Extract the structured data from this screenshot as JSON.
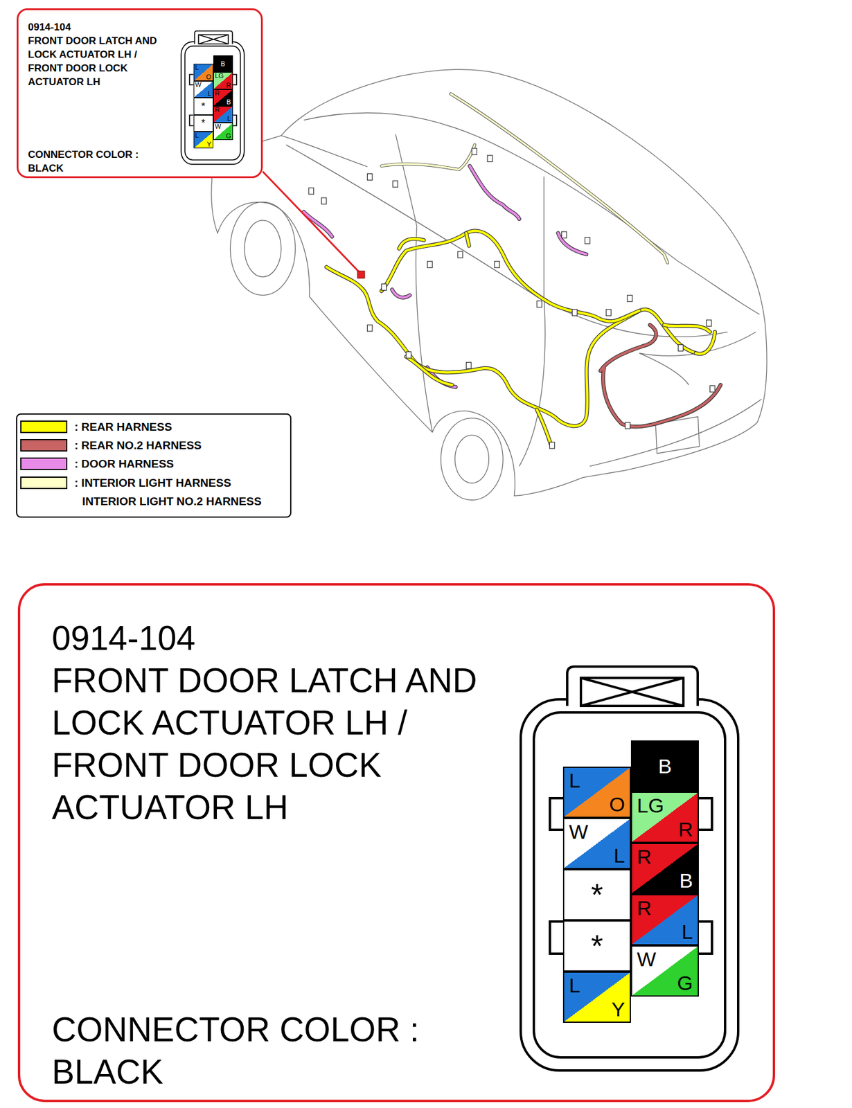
{
  "diagram": {
    "nodes": [
      {
        "text": [
          "0914-104",
          "FRONT DOOR LATCH AND LOCK ACTUATOR LH / FRONT DOOR LOCK ACTUATOR LH",
          "CONNECTOR COLOR : BLACK"
        ]
      },
      {
        "text": [
          "B"
        ],
        "in": 0
      },
      {
        "text": [
          "L",
          "O"
        ],
        "in": 0
      },
      {
        "text": [
          "LG",
          "R"
        ],
        "in": 0
      },
      {
        "text": [
          "W",
          "L"
        ],
        "in": 0
      },
      {
        "text": [
          "R",
          "B"
        ],
        "in": 0
      },
      {
        "text": [
          "*"
        ],
        "in": 0
      },
      {
        "text": [
          "R",
          "L"
        ],
        "in": 0
      },
      {
        "text": [
          "*"
        ],
        "in": 0
      },
      {
        "text": [
          "W",
          "G"
        ],
        "in": 0
      },
      {
        "text": [
          "L",
          "Y"
        ],
        "in": 0
      },
      {
        "text": [
          "0914-104",
          "FRONT DOOR LATCH AND LOCK ACTUATOR LH / FRONT DOOR LOCK ACTUATOR LH",
          "CONNECTOR COLOR : BLACK"
        ]
      },
      {
        "text": [
          "B"
        ],
        "in": 11
      },
      {
        "text": [
          "L",
          "O"
        ],
        "in": 11
      },
      {
        "text": [
          "LG",
          "R"
        ],
        "in": 11
      },
      {
        "text": [
          "W",
          "L"
        ],
        "in": 11
      },
      {
        "text": [
          "R",
          "B"
        ],
        "in": 11
      },
      {
        "text": [
          "*"
        ],
        "in": 11
      },
      {
        "text": [
          "R",
          "L"
        ],
        "in": 11
      },
      {
        "text": [
          "*"
        ],
        "in": 11
      },
      {
        "text": [
          "W",
          "G"
        ],
        "in": 11
      },
      {
        "text": [
          "L",
          "Y"
        ],
        "in": 11
      }
    ],
    "legend": [
      {
        "text": ": REAR HARNESS",
        "color": "#ffff00"
      },
      {
        "text": ": REAR NO.2 HARNESS",
        "color": "#c86464"
      },
      {
        "text": ": DOOR HARNESS",
        "color": "#e88ae8"
      },
      {
        "text": ": INTERIOR LIGHT HARNESS",
        "color": "#ffffc8"
      },
      {
        "text": "INTERIOR LIGHT NO.2 HARNESS"
      }
    ]
  }
}
